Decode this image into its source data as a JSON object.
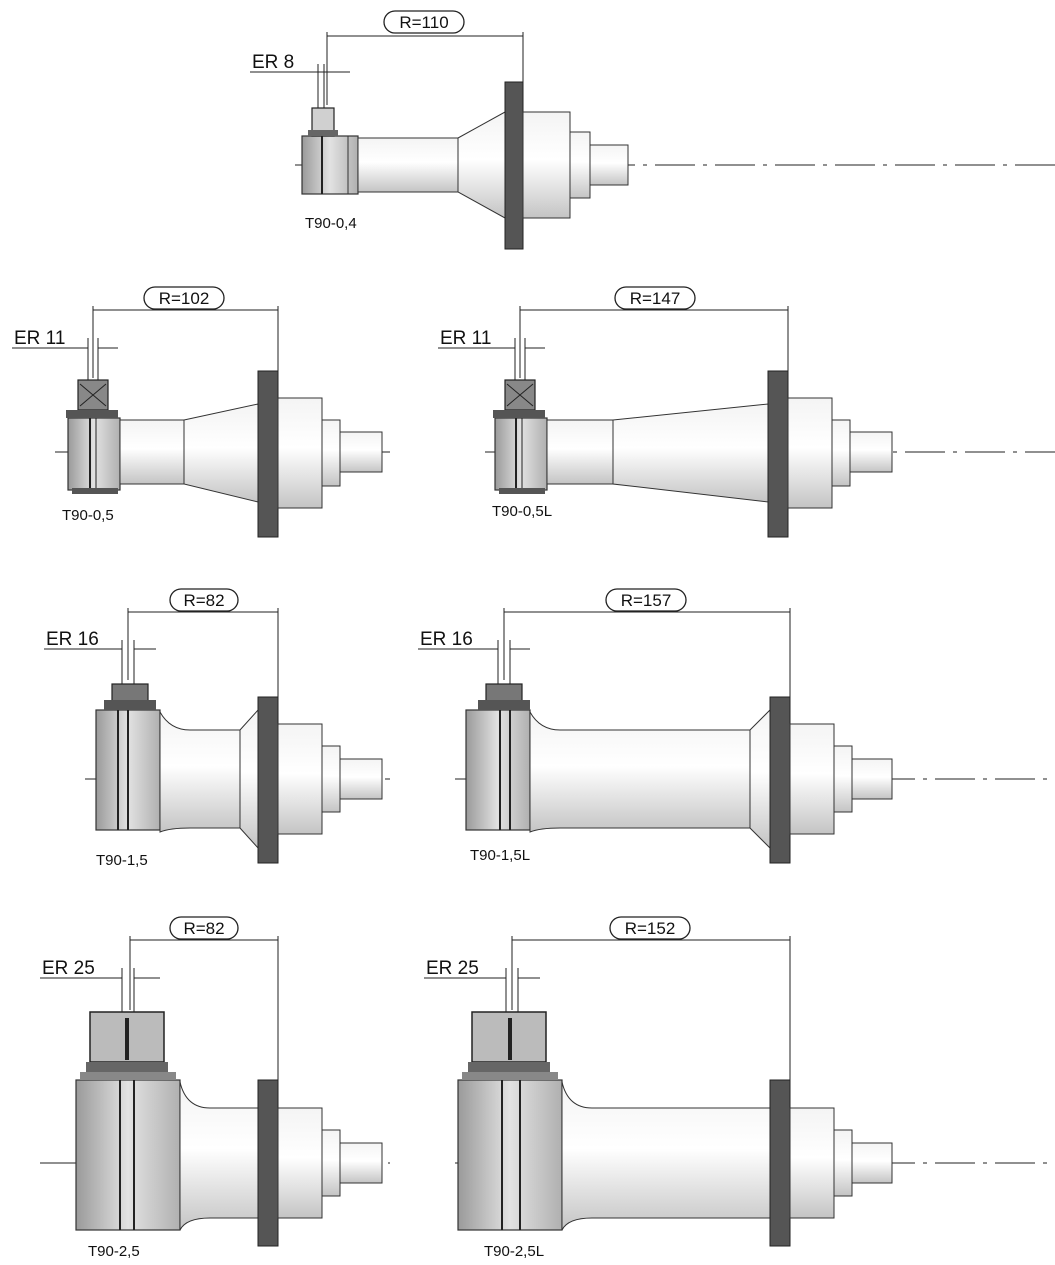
{
  "tools": [
    {
      "model": "T90-0,4",
      "collet": "ER 8",
      "reach": "R=110"
    },
    {
      "model": "T90-0,5",
      "collet": "ER 11",
      "reach": "R=102"
    },
    {
      "model": "T90-0,5L",
      "collet": "ER 11",
      "reach": "R=147"
    },
    {
      "model": "T90-1,5",
      "collet": "ER 16",
      "reach": "R=82"
    },
    {
      "model": "T90-1,5L",
      "collet": "ER 16",
      "reach": "R=157"
    },
    {
      "model": "T90-2,5",
      "collet": "ER 25",
      "reach": "R=82"
    },
    {
      "model": "T90-2,5L",
      "collet": "ER 25",
      "reach": "R=152"
    }
  ]
}
